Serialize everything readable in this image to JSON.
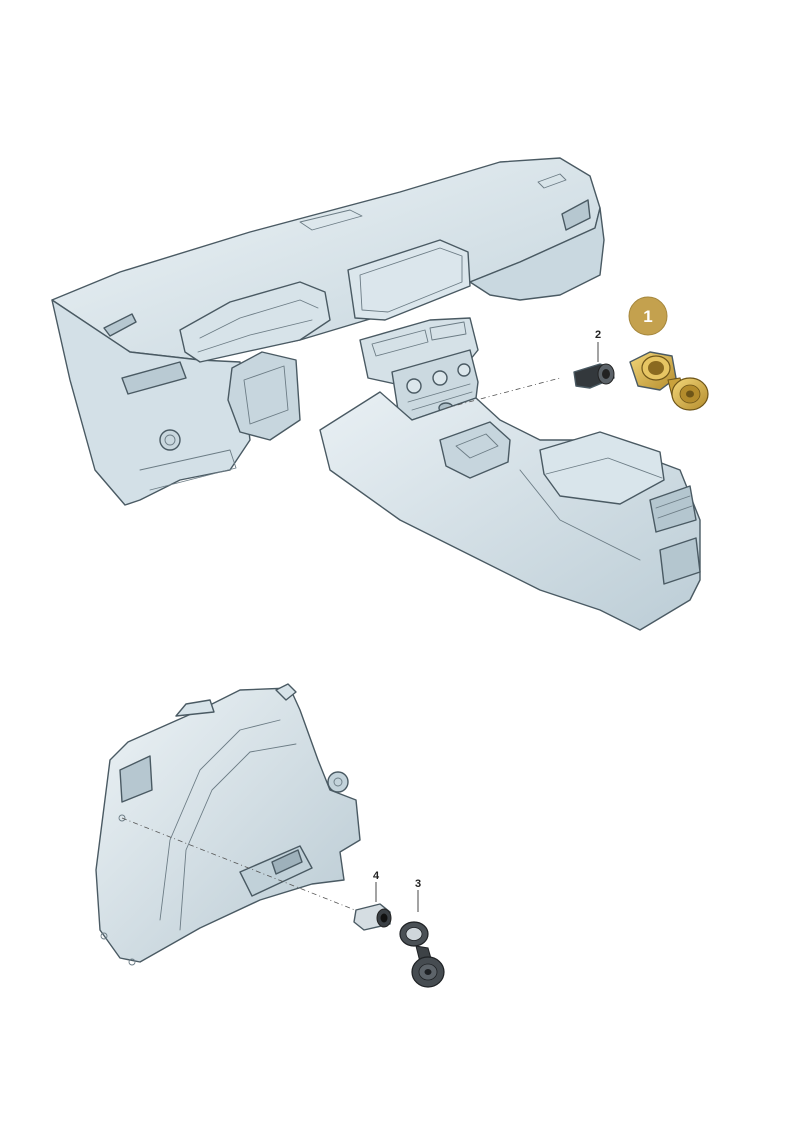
{
  "callouts": [
    {
      "label": "1",
      "highlighted": true
    },
    {
      "label": "2",
      "highlighted": false
    },
    {
      "label": "3",
      "highlighted": false
    },
    {
      "label": "4",
      "highlighted": false
    }
  ],
  "colors": {
    "part_fill_light": "#e6eef2",
    "part_fill_mid": "#cfdde4",
    "part_fill_shade": "#b9cad3",
    "highlight_badge": "#c4a14e",
    "highlight_part": "#d9b84a",
    "dark_part": "#3f4448"
  }
}
